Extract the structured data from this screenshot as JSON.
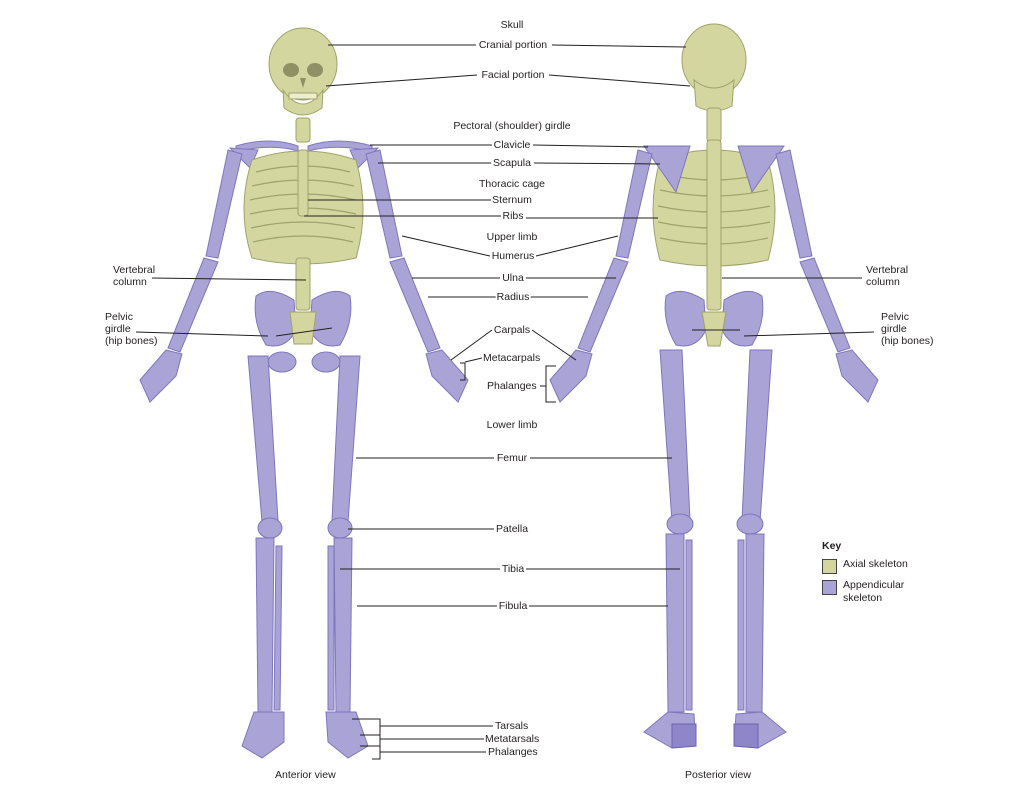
{
  "colors": {
    "axial": "#d4d6a0",
    "appendicular": "#a9a3d6",
    "leader_line": "#231f20",
    "text": "#231f20",
    "background": "#ffffff"
  },
  "views": {
    "anterior": "Anterior view",
    "posterior": "Posterior view"
  },
  "labels": {
    "skull": "Skull",
    "cranial_portion": "Cranial portion",
    "facial_portion": "Facial portion",
    "pectoral_girdle": "Pectoral (shoulder) girdle",
    "clavicle": "Clavicle",
    "scapula": "Scapula",
    "thoracic_cage": "Thoracic cage",
    "sternum": "Sternum",
    "ribs": "Ribs",
    "upper_limb": "Upper limb",
    "humerus": "Humerus",
    "ulna": "Ulna",
    "radius": "Radius",
    "carpals": "Carpals",
    "metacarpals": "Metacarpals",
    "phalanges_hand": "Phalanges",
    "lower_limb": "Lower limb",
    "femur": "Femur",
    "patella": "Patella",
    "tibia": "Tibia",
    "fibula": "Fibula",
    "tarsals": "Tarsals",
    "metatarsals": "Metatarsals",
    "phalanges_foot": "Phalanges",
    "vertebral_column_left": "Vertebral\ncolumn",
    "vertebral_column_right": "Vertebral\ncolumn",
    "pelvic_girdle_left": "Pelvic\ngirdle\n(hip bones)",
    "pelvic_girdle_right": "Pelvic\ngirdle\n(hip bones)"
  },
  "key": {
    "title": "Key",
    "items": [
      {
        "label": "Axial skeleton",
        "color": "#d4d6a0"
      },
      {
        "label": "Appendicular\nskeleton",
        "color": "#a9a3d6"
      }
    ]
  }
}
